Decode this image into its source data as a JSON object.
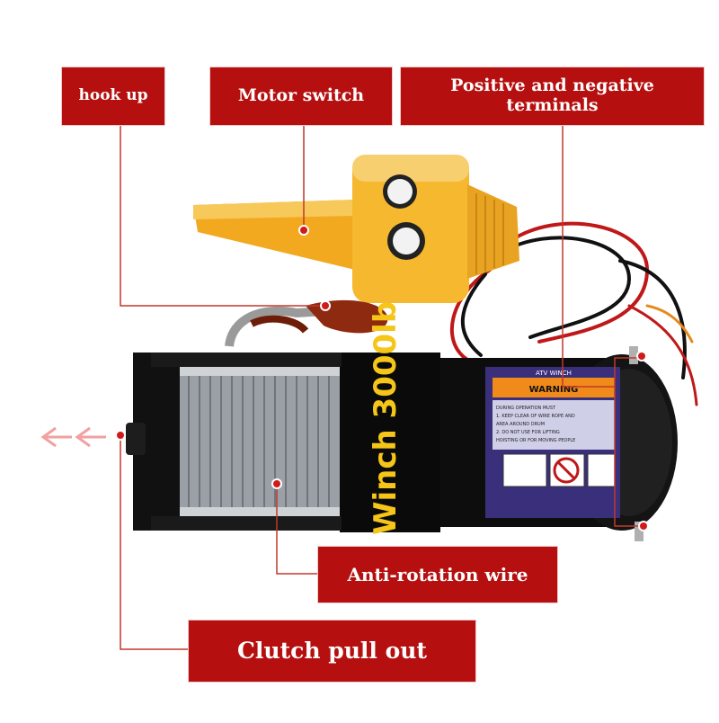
{
  "labels": {
    "hook_up": "hook up",
    "motor_switch": "Motor switch",
    "terminals_line1": "Positive and negative",
    "terminals_line2": "terminals",
    "anti_rotation": "Anti-rotation wire",
    "clutch": "Clutch pull out"
  },
  "product": {
    "drum_text": "Winch 3000lb",
    "warning_title": "WARNING",
    "label_header": "ATV WINCH",
    "warning_lines": [
      "DURING OPERATION MUST",
      "1. KEEP CLEAR OF WIRE ROPE AND",
      "AREA AROUND DRUM",
      "2. DO NOT USE FOR LIFTING",
      "HOISTING OR FOR MOVING PEOPLE"
    ]
  },
  "colors": {
    "callout_bg": "#b5100f",
    "callout_text": "#ffffff",
    "leader_line": "#c0392b",
    "remote_yellow": "#f5b82e",
    "label_purple": "#3a2f7a"
  }
}
